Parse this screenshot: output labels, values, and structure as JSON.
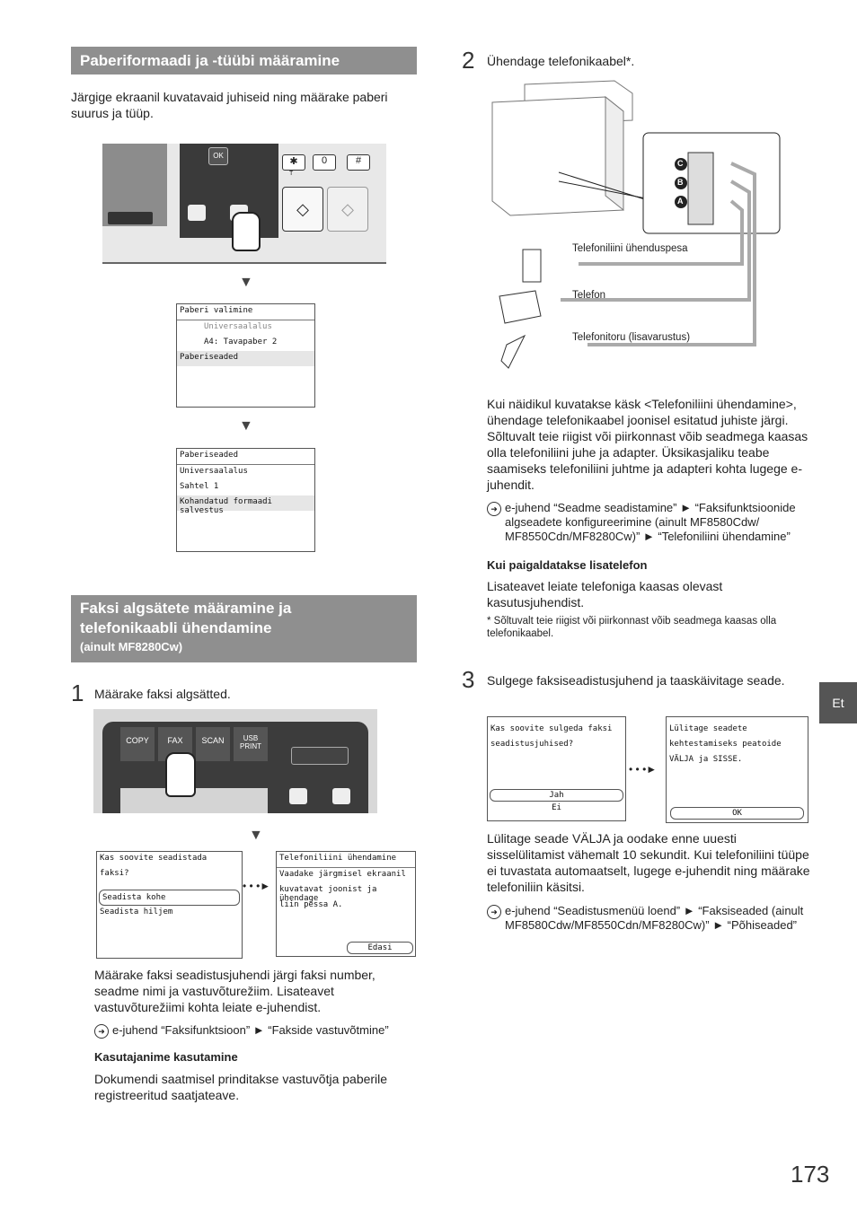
{
  "left": {
    "section1_title": "Paberiformaadi ja -tüübi määramine",
    "section1_body": "Järgige ekraanil kuvatavaid juhiseid ning määrake paberi suurus ja tüüp.",
    "panel_ok": "OK",
    "panel_t": "T",
    "panel_keys": {
      "star": "✱",
      "zero": "0",
      "hash": "#"
    },
    "lcd1": {
      "header": "Paberi valimine",
      "row1": "Universaalalus",
      "row2": "A4: Tavapaber 2",
      "row3": "Paberiseaded"
    },
    "lcd2": {
      "header": "Paberiseaded",
      "row1": "Universaalalus",
      "row2": "Sahtel 1",
      "row3": "Kohandatud formaadi salvestus"
    },
    "section2_title_l1": "Faksi algsätete määramine ja",
    "section2_title_l2": "telefonikaabli ühendamine",
    "section2_sub": "(ainult MF8280Cw)",
    "step1_num": "1",
    "step1_text": "Määrake faksi algsätted.",
    "btns": {
      "copy": "COPY",
      "fax": "FAX",
      "scan": "SCAN",
      "usb1": "USB",
      "usb2": "PRINT"
    },
    "lcd3": {
      "l1": "Kas soovite seadistada",
      "l2": "faksi?",
      "opt1": "Seadista kohe",
      "opt2": "Seadista hiljem"
    },
    "lcd4": {
      "header": "Telefoniliini ühendamine",
      "l1": "Vaadake järgmisel ekraanil",
      "l2": "kuvatavat joonist ja ühendage",
      "l3": "liin pessa A.",
      "btn": "Edasi"
    },
    "para1": "Määrake faksi seadistusjuhendi järgi faksi number, seadme nimi ja vastuvõturežiim. Lisateavet vastuvõturežiimi kohta leiate e-juhendist.",
    "ref1": "e-juhend “Faksifunktsioon” ► “Fakside vastuvõtmine”",
    "sub1": "Kasutajanime kasutamine",
    "para2": "Dokumendi saatmisel prinditakse vastuvõtja paberile registreeritud saatjateave."
  },
  "right": {
    "step2_num": "2",
    "step2_text": "Ühendage telefonikaabel*.",
    "port_c": "C",
    "port_b": "B",
    "port_a": "A",
    "label_jack": "Telefoniliini ühenduspesa",
    "label_phone": "Telefon",
    "label_handset": "Telefonitoru (lisavarustus)",
    "para1": "Kui näidikul kuvatakse käsk <Telefoniliini ühendamine>, ühendage telefonikaabel joonisel esitatud juhiste järgi. Sõltuvalt teie riigist või piirkonnast võib seadmega kaasas olla telefoniliini juhe ja adapter. Üksikasjaliku teabe saamiseks telefoniliini juhtme ja adapteri kohta lugege e-juhendit.",
    "ref1": "e-juhend “Seadme seadistamine” ► “Faksifunktsioonide algseadete konfigureerimine (ainult MF8580Cdw/ MF8550Cdn/MF8280Cw)” ► “Telefoniliini ühendamine”",
    "sub1": "Kui paigaldatakse lisatelefon",
    "para2": "Lisateavet leiate telefoniga kaasas olevast kasutusjuhendist.",
    "footnote": "* Sõltuvalt teie riigist või piirkonnast võib seadmega kaasas olla telefonikaabel.",
    "step3_num": "3",
    "step3_text": "Sulgege faksiseadistusjuhend ja taaskäivitage seade.",
    "lcd5": {
      "l1": "Kas soovite sulgeda faksi",
      "l2": "seadistusjuhised?",
      "opt1": "Jah",
      "opt2": "Ei"
    },
    "lcd6": {
      "l1": "Lülitage seadete",
      "l2": "kehtestamiseks peatoide",
      "l3": "VÄLJA ja SISSE.",
      "btn": "OK"
    },
    "para3": "Lülitage seade VÄLJA ja oodake enne uuesti sisselülitamist vähemalt 10 sekundit. Kui telefoniliini tüüpe ei tuvastata automaatselt, lugege e-juhendit ning määrake telefoniliin käsitsi.",
    "ref2": "e-juhend “Seadistusmenüü loend” ► “Faksiseaded (ainult MF8580Cdw/MF8550Cdn/MF8280Cw)” ► “Põhiseaded”"
  },
  "side_tab": "Et",
  "page_number": "173"
}
